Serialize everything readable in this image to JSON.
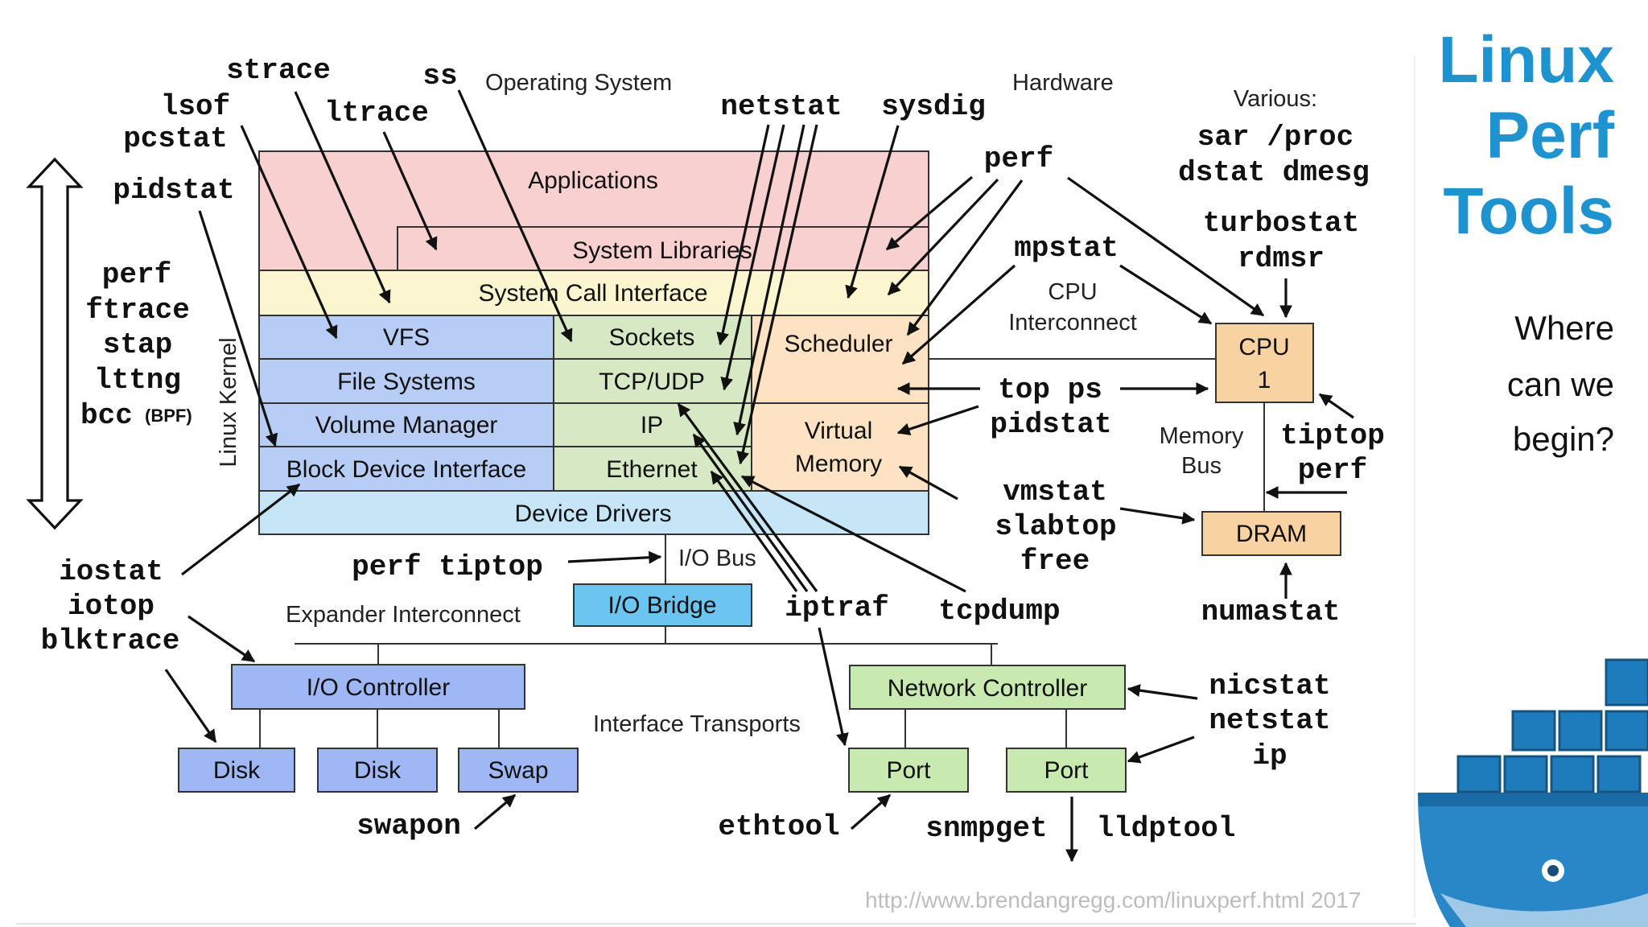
{
  "title": {
    "line1": "Linux",
    "line2": "Perf",
    "line3": "Tools"
  },
  "question": {
    "line1": "Where",
    "line2": "can we",
    "line3": "begin?"
  },
  "source": "http://www.brendangregg.com/linuxperf.html 2017",
  "section_labels": {
    "os": "Operating System",
    "hardware": "Hardware",
    "various": "Various:",
    "linux_kernel": "Linux Kernel",
    "cpu_interconnect_1": "CPU",
    "cpu_interconnect_2": "Interconnect",
    "memory_bus_1": "Memory",
    "memory_bus_2": "Bus",
    "io_bus": "I/O Bus",
    "expander": "Expander Interconnect",
    "interface_transports": "Interface Transports"
  },
  "boxes": {
    "applications": "Applications",
    "system_libraries": "System Libraries",
    "syscall": "System Call Interface",
    "vfs": "VFS",
    "file_systems": "File Systems",
    "volume_manager": "Volume Manager",
    "block_device": "Block Device Interface",
    "sockets": "Sockets",
    "tcp_udp": "TCP/UDP",
    "ip": "IP",
    "ethernet": "Ethernet",
    "scheduler": "Scheduler",
    "virtual_1": "Virtual",
    "virtual_2": "Memory",
    "device_drivers": "Device Drivers",
    "cpu_1": "CPU",
    "cpu_2": "1",
    "dram": "DRAM",
    "io_bridge": "I/O Bridge",
    "io_controller": "I/O Controller",
    "disk1": "Disk",
    "disk2": "Disk",
    "swap": "Swap",
    "network_controller": "Network Controller",
    "port1": "Port",
    "port2": "Port"
  },
  "tools": {
    "strace": "strace",
    "ss": "ss",
    "lsof": "lsof",
    "ltrace": "ltrace",
    "pcstat": "pcstat",
    "pidstat_left": "pidstat",
    "perf_side": "perf",
    "ftrace": "ftrace",
    "stap": "stap",
    "lttng": "lttng",
    "bcc": "bcc",
    "bpf": "(BPF)",
    "netstat_top": "netstat",
    "sysdig": "sysdig",
    "perf_top": "perf",
    "mpstat": "mpstat",
    "top_ps": "top ps",
    "pidstat_mid": "pidstat",
    "vmstat": "vmstat",
    "slabtop": "slabtop",
    "free": "free",
    "sar_proc": "sar /proc",
    "dstat_dmesg": "dstat dmesg",
    "turbostat": "turbostat",
    "rdmsr": "rdmsr",
    "tiptop": "tiptop",
    "perf_right": "perf",
    "numastat": "numastat",
    "iostat": "iostat",
    "iotop": "iotop",
    "blktrace": "blktrace",
    "perf_tiptop": "perf tiptop",
    "iptraf": "iptraf",
    "tcpdump": "tcpdump",
    "nicstat": "nicstat",
    "netstat_bottom": "netstat",
    "ip": "ip",
    "swapon": "swapon",
    "ethtool": "ethtool",
    "snmpget": "snmpget",
    "lldptool": "lldptool"
  },
  "colors": {
    "applications": "#f9d0d0",
    "syscall": "#fbf6cf",
    "fs_stack": "#b7cdf5",
    "net_stack": "#d7e9c4",
    "sched_mem": "#fde3c4",
    "device_drivers": "#c6e6f7",
    "cpu_dram": "#f9d2a2",
    "io_bridge": "#6cc4f0",
    "io_hw": "#9fb7f5",
    "net_hw": "#c8eab0",
    "title": "#1f93d0"
  }
}
